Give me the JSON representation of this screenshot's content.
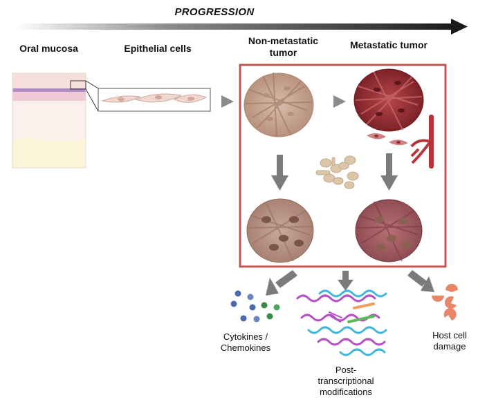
{
  "title": "PROGRESSION",
  "stages": {
    "oral_mucosa": "Oral mucosa",
    "epithelial_cells": "Epithelial cells",
    "non_metastatic_line1": "Non-metastatic",
    "non_metastatic_line2": "tumor",
    "metastatic": "Metastatic tumor"
  },
  "outcomes": {
    "cytokines_line1": "Cytokines /",
    "cytokines_line2": "Chemokines",
    "post_line1": "Post-",
    "post_line2": "transcriptional",
    "post_line3": "modifications",
    "host_line1": "Host cell",
    "host_line2": "damage"
  },
  "colors": {
    "tumor_box": "#c05550",
    "non_metastatic_cell": "#c9a896",
    "metastatic_cell": "#a53a3e",
    "microbe": "#dcc6aa",
    "arrow": "#7b7b7b",
    "cytokine_blue": "#4a6aa8",
    "cytokine_green": "#3a8a4a",
    "host_damage": "#e8866a",
    "rna_purple": "#b54fc4",
    "rna_cyan": "#44b6d8"
  }
}
